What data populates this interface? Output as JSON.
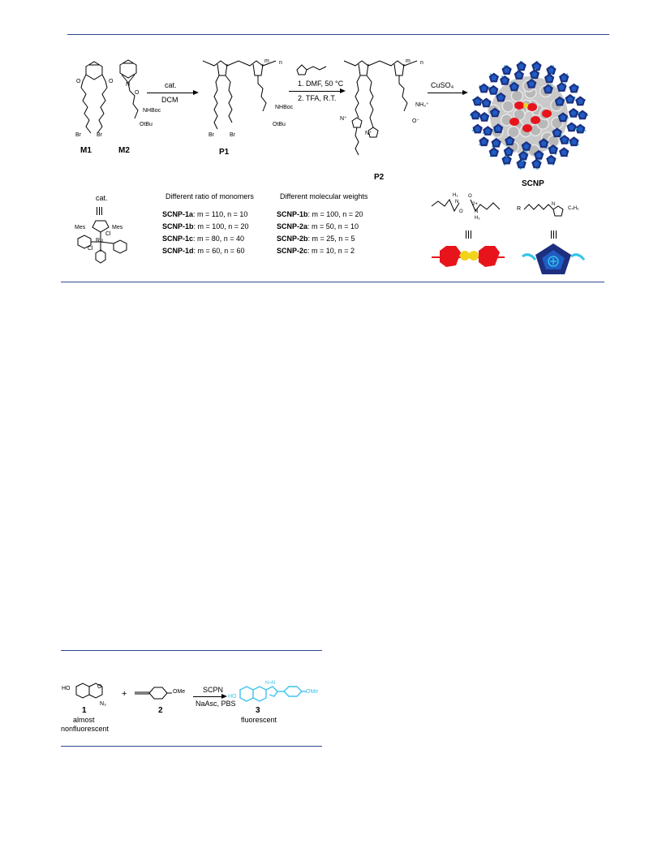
{
  "scheme1": {
    "monomer_labels": [
      "M1",
      "M2"
    ],
    "polymer_labels": [
      "P1",
      "P2"
    ],
    "product_label": "SCNP",
    "step1": {
      "above": "cat.",
      "below": "DCM"
    },
    "step2": {
      "line1": "1. DMF, 50 °C",
      "line2": "2. TFA, R.T."
    },
    "step3": {
      "above": "CuSO₄"
    },
    "m_index": "m",
    "n_index": "n",
    "fragment_text": {
      "nhboc": "NHBoc",
      "otbu": "OtBu",
      "br": "Br",
      "nh3": "NH₃⁺",
      "o_minus": "O⁻",
      "n_plus": "N⁺"
    },
    "catalyst": {
      "title": "cat.",
      "atoms": {
        "mes_left": "Mes",
        "mes_right": "Mes",
        "ru": "Ru",
        "cl1": "Cl",
        "cl2": "Cl"
      }
    },
    "ratio_table": {
      "title": "Different ratio of monomers",
      "rows": [
        {
          "name": "SCNP-1a",
          "rest": ": m = 110, n = 10"
        },
        {
          "name": "SCNP-1b",
          "rest": ": m = 100, n = 20"
        },
        {
          "name": "SCNP-1c",
          "rest": ": m = 80, n = 40"
        },
        {
          "name": "SCNP-1d",
          "rest": ": m = 60,   n = 60"
        }
      ]
    },
    "mw_table": {
      "title": "Different molecular weights",
      "rows": [
        {
          "name": "SCNP-1b",
          "rest": ": m = 100, n = 20"
        },
        {
          "name": "SCNP-2a",
          "rest": ": m = 50,   n = 10"
        },
        {
          "name": "SCNP-2b",
          "rest": ": m = 25,   n = 5"
        },
        {
          "name": "SCNP-2c",
          "rest": ": m = 10,   n = 2"
        }
      ]
    },
    "legend": {
      "cu_complex_atoms": {
        "h2a": "H₂",
        "n1": "N",
        "o1": "O",
        "cu": "2+",
        "o2": "O",
        "n2": "N",
        "h2b": "H₂"
      },
      "imid_text": {
        "r": "R",
        "n": "N",
        "c4h9": "C₄H₉"
      }
    },
    "colors": {
      "rule": "#2e4a8f",
      "red": "#e8141b",
      "yellow": "#f2d31b",
      "navy": "#1d2f7e",
      "blue": "#1f5cc4",
      "cyan": "#35c4e8"
    }
  },
  "scheme2": {
    "reagent_above": "SCPN",
    "reagent_below": "NaAsc, PBS",
    "compound1": {
      "number": "1",
      "desc_line1": "almost",
      "desc_line2": "nonfluorescent",
      "atoms": {
        "ho": "HO",
        "o": "O",
        "n3": "N₃"
      }
    },
    "plus": "+",
    "compound2": {
      "number": "2",
      "atoms": {
        "ome": "OMe"
      }
    },
    "compound3": {
      "number": "3",
      "desc": "fluorescent",
      "atoms": {
        "ho": "HO",
        "nn": "N=N",
        "ome": "OMe"
      }
    },
    "colors": {
      "product": "#3fc3ee"
    }
  }
}
